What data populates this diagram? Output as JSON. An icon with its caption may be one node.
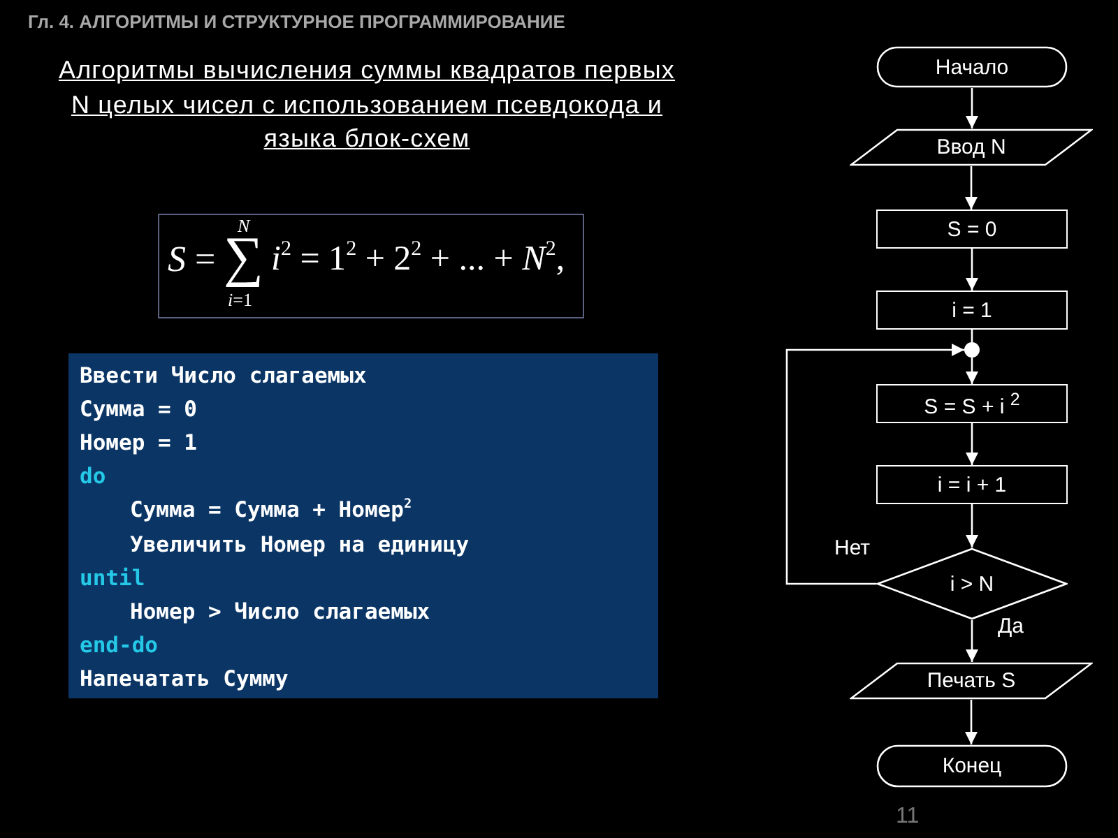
{
  "diagram": {
    "title": "Алгоритмы вычисления суммы квадратов первых N целых чисел с использованием псевдокода и языка блок-схем",
    "nodes": [
      {
        "text": [
          "*S* =",
          "*N*",
          "∑",
          "*i*=1",
          "*i*$^{2}$ = 1$^{2}$ + 2$^{2}$ + ... + *N*$^{2}$,"
        ]
      },
      {
        "text": [
          "Ввести Число слагаемых",
          "Сумма = 0",
          "Номер = 1",
          "do",
          "Сумма = Сумма + Номер$^{2}$",
          "Увеличить Номер на единицу",
          "until",
          "Номер > Число слагаемых",
          "end-do",
          "Напечатать Сумму"
        ]
      },
      {
        "text": [
          "Начало"
        ]
      },
      {
        "text": [
          "Ввод N"
        ]
      },
      {
        "text": [
          "S = 0"
        ]
      },
      {
        "text": [
          "i = 1"
        ]
      },
      {
        "text": [],
        "shape": "circle"
      },
      {
        "text": [
          "S = S + i $^{2}$"
        ]
      },
      {
        "text": [
          "i = i + 1"
        ]
      },
      {
        "text": [
          "i > N"
        ]
      },
      {
        "text": [
          "Печать S"
        ]
      },
      {
        "text": [
          "Конец"
        ]
      }
    ],
    "edges": [
      {
        "from": 2,
        "to": 3,
        "arrow": "to"
      },
      {
        "from": 3,
        "to": 4,
        "arrow": "to"
      },
      {
        "from": 4,
        "to": 5,
        "arrow": "to"
      },
      {
        "from": 5,
        "to": 6,
        "arrow": "none"
      },
      {
        "from": 6,
        "to": 7,
        "arrow": "to"
      },
      {
        "from": 7,
        "to": 8,
        "arrow": "to"
      },
      {
        "from": 8,
        "to": 9,
        "arrow": "to"
      },
      {
        "from": 9,
        "to": 6,
        "arrow": "to",
        "label": "Нет"
      },
      {
        "from": 9,
        "to": 10,
        "arrow": "to",
        "label": "Да"
      },
      {
        "from": 10,
        "to": 11,
        "arrow": "to"
      }
    ],
    "labels": [
      "Гл. 4. АЛГОРИТМЫ И СТРУКТУРНОЕ ПРОГРАММИРОВАНИЕ",
      "11"
    ]
  }
}
